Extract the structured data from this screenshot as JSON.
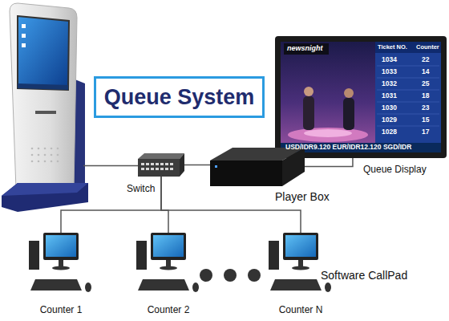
{
  "diagram": {
    "title": "Queue System",
    "nodes": [
      {
        "text": [
          "Switch"
        ]
      },
      {
        "text": [
          "Player Box"
        ]
      },
      {
        "text": [
          "Queue Display"
        ]
      },
      {
        "text": [
          "Counter 1"
        ]
      },
      {
        "text": [
          "Counter 2"
        ]
      },
      {
        "text": [
          "Counter N"
        ]
      }
    ],
    "edges": [
      {
        "from": 0,
        "to": 1,
        "arrow": "none"
      },
      {
        "from": 1,
        "to": 2,
        "arrow": "none"
      },
      {
        "from": 0,
        "to": 3,
        "arrow": "none"
      },
      {
        "from": 0,
        "to": 4,
        "arrow": "none"
      },
      {
        "from": 0,
        "to": 5,
        "arrow": "none"
      }
    ],
    "labels": [
      "newsnight",
      "Ticket NO.",
      "Counter",
      "1034",
      "22",
      "1033",
      "14",
      "1032",
      "25",
      "1031",
      "18",
      "1030",
      "23",
      "1029",
      "15",
      "1028",
      "17",
      "USD/IDR9.120 EUR/IDR12.120 SGD/IDR",
      "Software CallPad"
    ]
  }
}
